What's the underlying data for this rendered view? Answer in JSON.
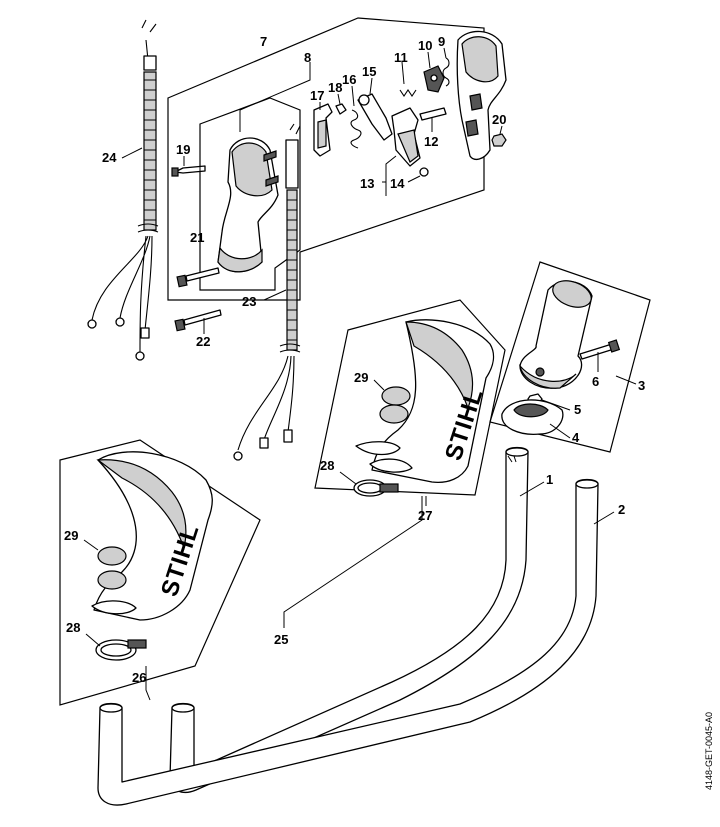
{
  "figure": {
    "reference_code": "4148-GET-0045-A0",
    "brand_logo": "STIHL"
  },
  "parts": [
    {
      "id": "1",
      "label": "1"
    },
    {
      "id": "2",
      "label": "2"
    },
    {
      "id": "3",
      "label": "3"
    },
    {
      "id": "4",
      "label": "4"
    },
    {
      "id": "5",
      "label": "5"
    },
    {
      "id": "6",
      "label": "6"
    },
    {
      "id": "7",
      "label": "7"
    },
    {
      "id": "8",
      "label": "8"
    },
    {
      "id": "9",
      "label": "9"
    },
    {
      "id": "10",
      "label": "10"
    },
    {
      "id": "11",
      "label": "11"
    },
    {
      "id": "12",
      "label": "12"
    },
    {
      "id": "13",
      "label": "13"
    },
    {
      "id": "14",
      "label": "14"
    },
    {
      "id": "15",
      "label": "15"
    },
    {
      "id": "16",
      "label": "16"
    },
    {
      "id": "17",
      "label": "17"
    },
    {
      "id": "18",
      "label": "18"
    },
    {
      "id": "19",
      "label": "19"
    },
    {
      "id": "20",
      "label": "20"
    },
    {
      "id": "21",
      "label": "21"
    },
    {
      "id": "22",
      "label": "22"
    },
    {
      "id": "23",
      "label": "23"
    },
    {
      "id": "24",
      "label": "24"
    },
    {
      "id": "25",
      "label": "25"
    },
    {
      "id": "26",
      "label": "26"
    },
    {
      "id": "27",
      "label": "27"
    },
    {
      "id": "28a",
      "label": "28"
    },
    {
      "id": "28b",
      "label": "28"
    },
    {
      "id": "29a",
      "label": "29"
    },
    {
      "id": "29b",
      "label": "29"
    }
  ]
}
